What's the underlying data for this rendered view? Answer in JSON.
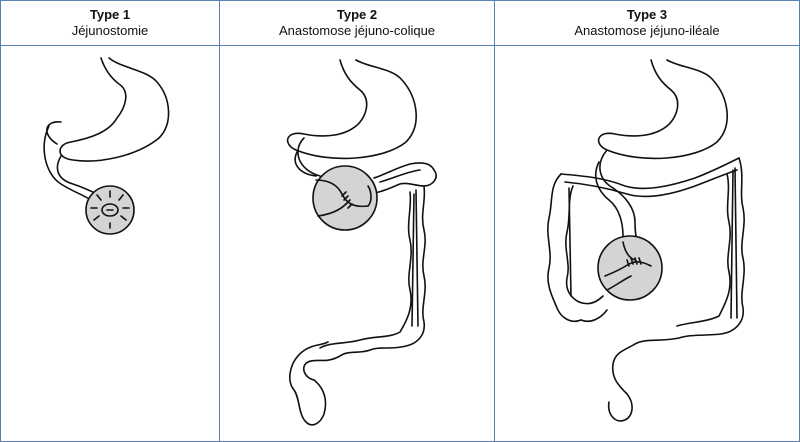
{
  "panels": [
    {
      "type_label": "Type 1",
      "name": "Jéjunostomie"
    },
    {
      "type_label": "Type 2",
      "name": "Anastomose jéjuno-colique"
    },
    {
      "type_label": "Type 3",
      "name": "Anastomose jéjuno-iléale"
    }
  ],
  "colors": {
    "border": "#5b7fb0",
    "zoom_fill": "#d4d4d4",
    "line": "#111111"
  }
}
